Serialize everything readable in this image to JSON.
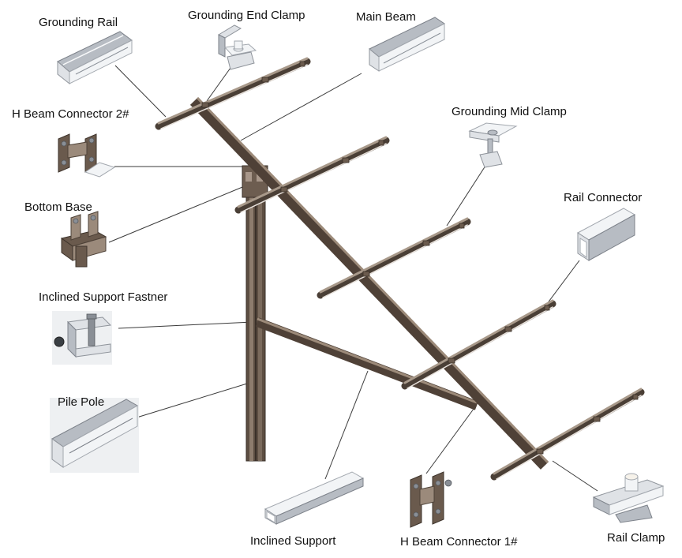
{
  "labels": {
    "grounding_rail": "Grounding Rail",
    "grounding_end_clamp": "Grounding End Clamp",
    "main_beam": "Main Beam",
    "h_beam_connector_2": "H Beam Connector 2#",
    "grounding_mid_clamp": "Grounding Mid Clamp",
    "bottom_base": "Bottom Base",
    "rail_connector": "Rail Connector",
    "inclined_support_fastner": "Inclined Support Fastner",
    "pile_pole": "Pile Pole",
    "inclined_support": "Inclined Support",
    "h_beam_connector_1": "H Beam Connector 1#",
    "rail_clamp": "Rail Clamp"
  },
  "colors": {
    "steel": "#5b4c40",
    "aluminum": "#d9dde2",
    "leader_line": "#3a3a3a",
    "text": "#111111",
    "background": "#ffffff"
  }
}
